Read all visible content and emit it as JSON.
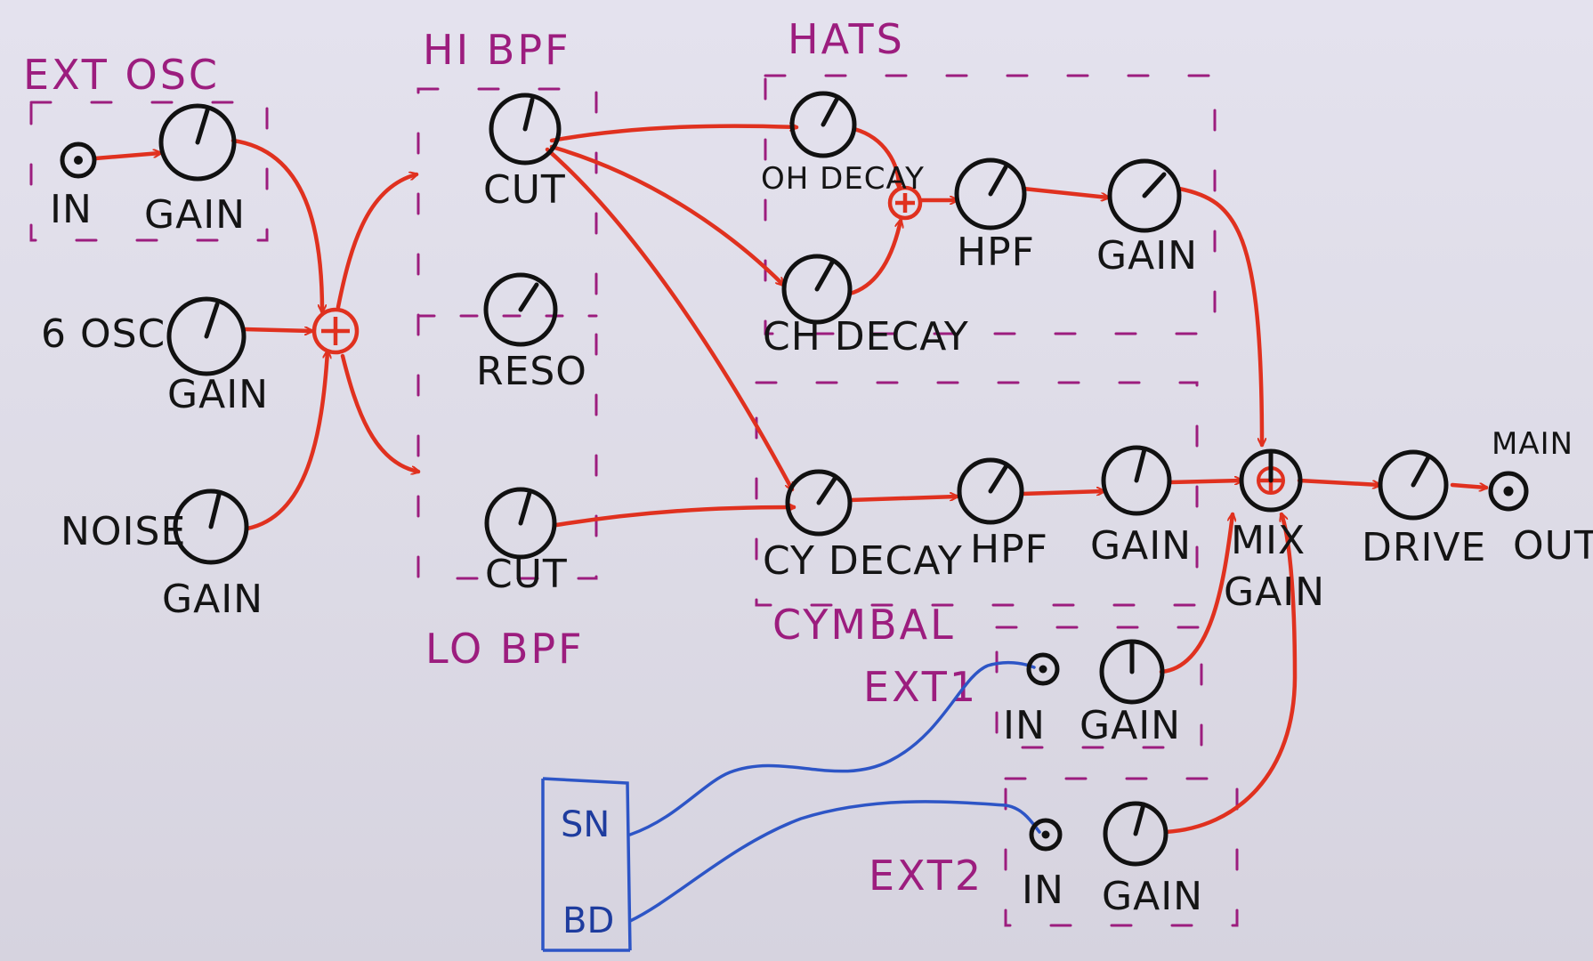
{
  "groups": {
    "ext_osc": "EXT OSC",
    "hi_bpf": "HI BPF",
    "hats": "HATS",
    "lo_bpf": "LO BPF",
    "cymbal": "CYMBAL",
    "ext1": "EXT1",
    "ext2": "EXT2"
  },
  "labels": {
    "ext_in": "IN",
    "ext_gain": "GAIN",
    "osc6": "6 OSC",
    "osc6_gain": "GAIN",
    "noise": "NOISE",
    "noise_gain": "GAIN",
    "hi_cut": "CUT",
    "reso": "RESO",
    "lo_cut": "CUT",
    "oh_decay": "OH DECAY",
    "ch_decay": "CH DECAY",
    "hats_hpf": "HPF",
    "hats_gain": "GAIN",
    "cy_decay": "CY DECAY",
    "cy_hpf": "HPF",
    "cy_gain": "GAIN",
    "ext1_in": "IN",
    "ext1_gain": "GAIN",
    "ext2_in": "IN",
    "ext2_gain": "GAIN",
    "mix_gain_1": "MIX",
    "mix_gain_2": "GAIN",
    "drive": "DRIVE",
    "main_out_1": "MAIN",
    "main_out_2": "OUT"
  },
  "sources": {
    "sn": "SN",
    "bd": "BD"
  },
  "colors": {
    "ink": "#111111",
    "signal": "#e0311f",
    "group_marker": "#9c1d7e",
    "trigger": "#2d55c6"
  }
}
